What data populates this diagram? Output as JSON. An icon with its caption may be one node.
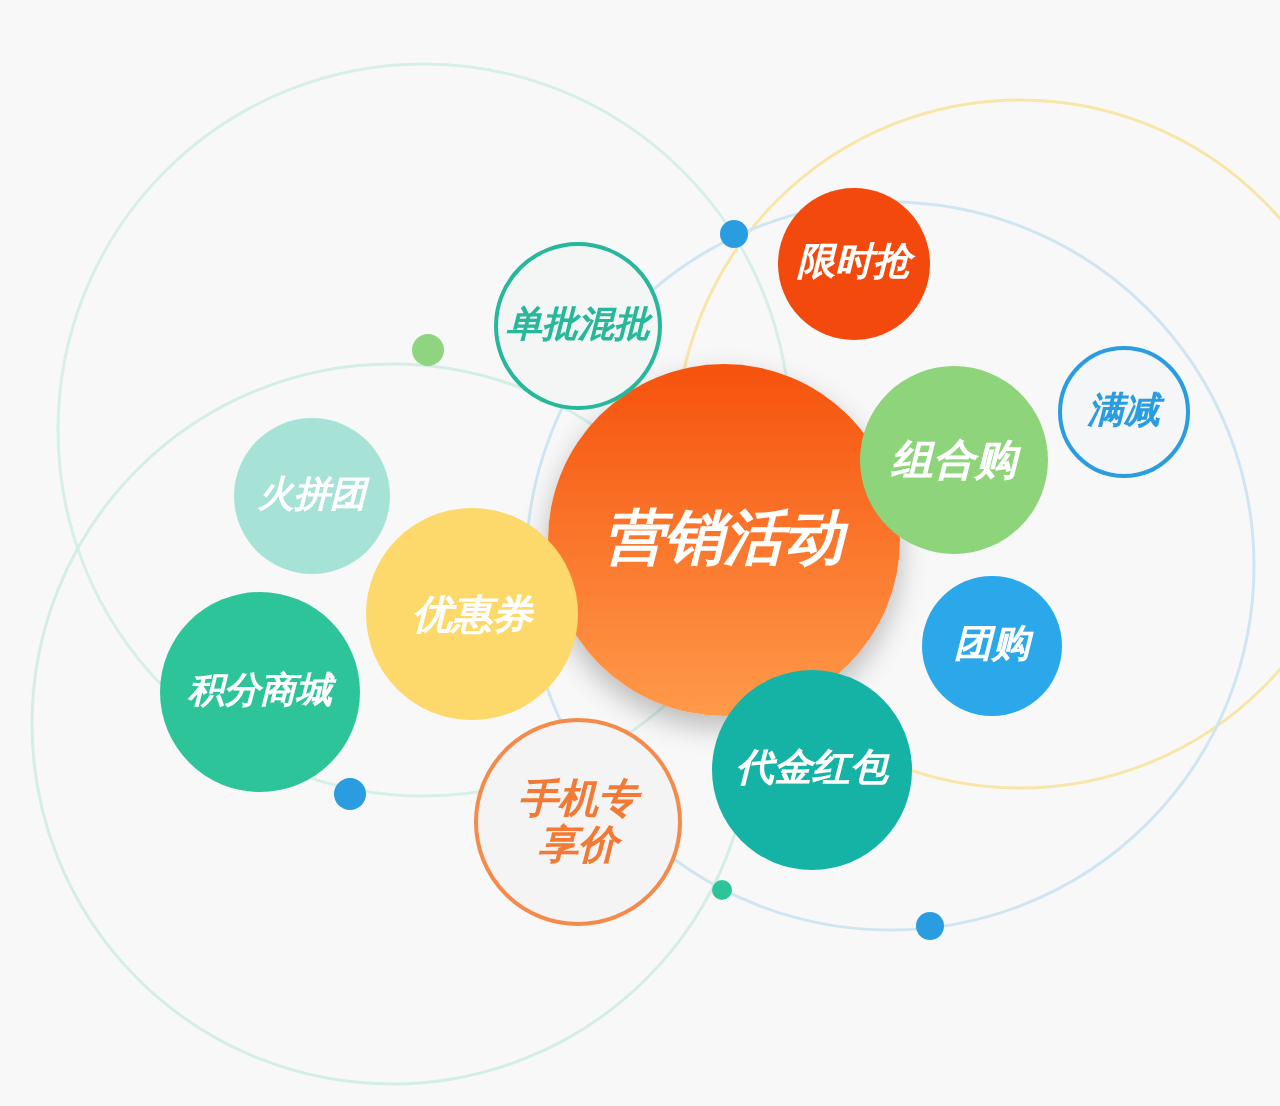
{
  "diagram": {
    "nodes": [
      {
        "text": [
          "营销活动"
        ]
      },
      {
        "text": [
          "单批混批"
        ]
      },
      {
        "text": [
          "限时抢"
        ]
      },
      {
        "text": [
          "组合购"
        ]
      },
      {
        "text": [
          "满减"
        ]
      },
      {
        "text": [
          "团购"
        ]
      },
      {
        "text": [
          "代金红包"
        ]
      },
      {
        "text": [
          "手机专享价"
        ]
      },
      {
        "text": [
          "优惠券"
        ]
      },
      {
        "text": [
          "火拼团"
        ]
      },
      {
        "text": [
          "积分商城"
        ]
      }
    ]
  }
}
